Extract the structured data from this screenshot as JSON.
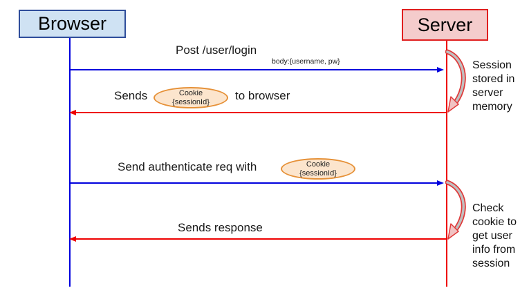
{
  "diagram": {
    "actors": [
      {
        "label": "Browser"
      },
      {
        "label": "Server"
      }
    ],
    "messages": [
      {
        "label": "Post /user/login",
        "sublabel": "body:{username, pw}",
        "from": "Browser",
        "to": "Server"
      },
      {
        "prefix": "Sends",
        "cookie": {
          "title": "Cookie",
          "value": "{sessionId}"
        },
        "suffix": "to browser",
        "from": "Server",
        "to": "Browser"
      },
      {
        "prefix": "Send authenticate req with",
        "cookie": {
          "title": "Cookie",
          "value": "{sessionId}"
        },
        "from": "Browser",
        "to": "Server"
      },
      {
        "label": "Sends response",
        "from": "Server",
        "to": "Browser"
      }
    ],
    "notes": [
      {
        "text": "Session stored in server memory"
      },
      {
        "text": "Check cookie to get user info from session"
      }
    ],
    "colors": {
      "browser_box_fill": "#cfe2f3",
      "browser_box_border": "#2e4d9b",
      "browser_arrow": "#0000dd",
      "server_box_fill": "#f4cccc",
      "server_box_border": "#e01f1f",
      "server_arrow": "#ee0000",
      "cookie_fill": "#fce5cd",
      "cookie_border": "#e69138",
      "curved_arrow_band": "#c0c0c0",
      "curved_arrow_stroke": "#e03a3a"
    }
  }
}
